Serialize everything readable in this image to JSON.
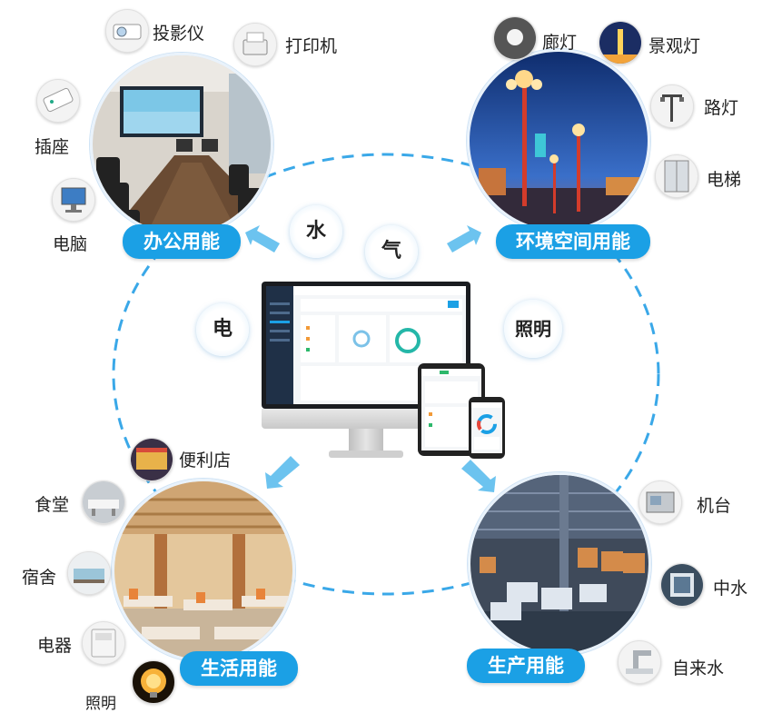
{
  "categories": {
    "office": "办公用能",
    "environment": "环境空间用能",
    "living": "生活用能",
    "production": "生产用能"
  },
  "energy": {
    "water": "水",
    "gas": "气",
    "electricity": "电",
    "lighting": "照明"
  },
  "devices": {
    "office": {
      "projector": "投影仪",
      "printer": "打印机",
      "socket": "插座",
      "computer": "电脑"
    },
    "environment": {
      "corridor_light": "廊灯",
      "landscape_light": "景观灯",
      "street_light": "路灯",
      "elevator": "电梯"
    },
    "living": {
      "convenience_store": "便利店",
      "canteen": "食堂",
      "dormitory": "宿舍",
      "appliance": "电器",
      "lighting": "照明"
    },
    "production": {
      "machine": "机台",
      "reclaimed_water": "中水",
      "tap_water": "自来水"
    }
  },
  "colors": {
    "accent": "#1ba0e5",
    "ring": "#3aa8e8",
    "arrow": "#6cc3ef"
  }
}
